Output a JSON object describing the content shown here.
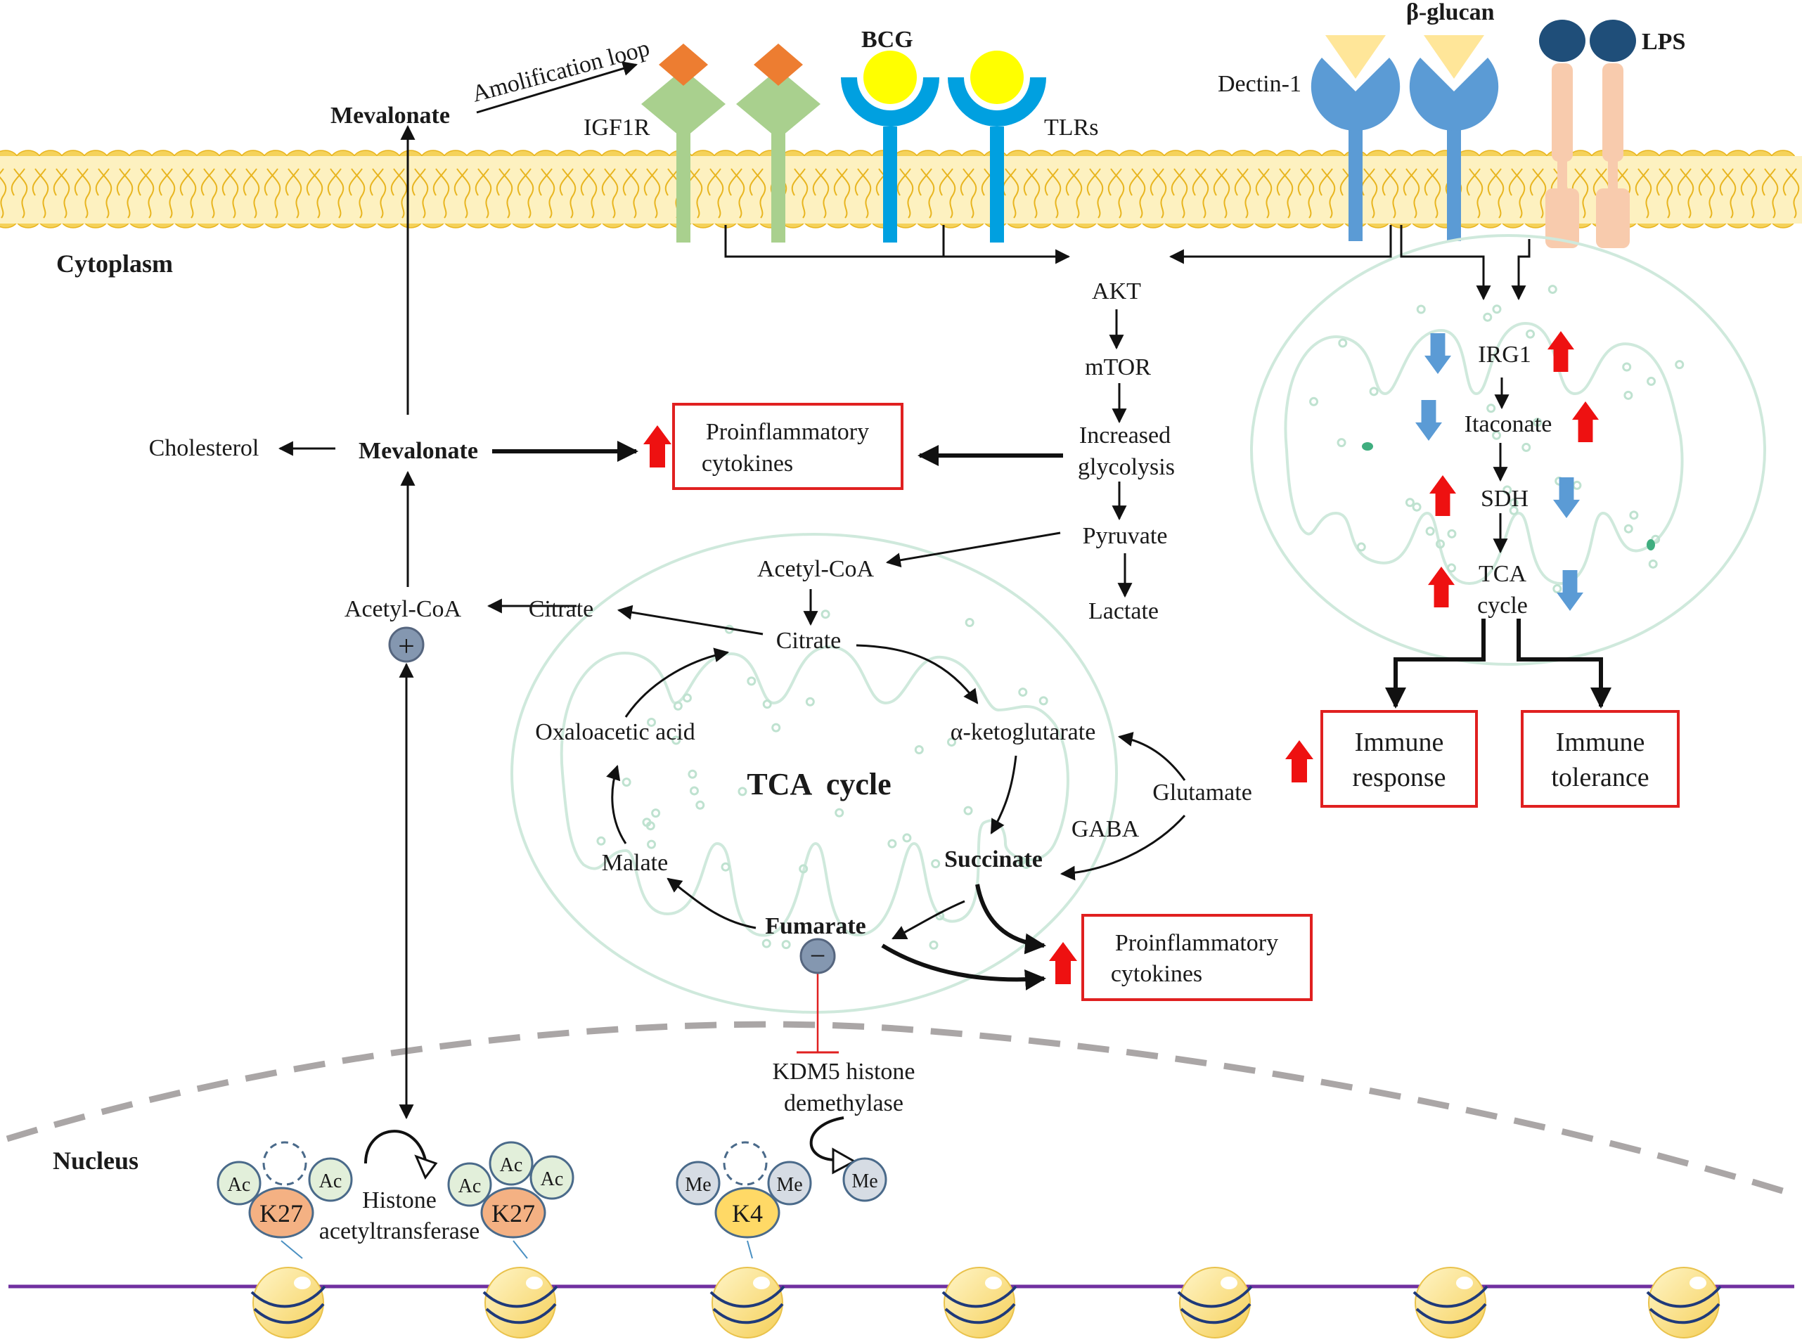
{
  "labels": {
    "amplification_loop": "Amolification loop",
    "mevalonate_top": "Mevalonate",
    "igf1r": "IGF1R",
    "bcg": "BCG",
    "tlrs": "TLRs",
    "beta_glucan": "β-glucan",
    "dectin1": "Dectin-1",
    "lps": "LPS",
    "cytoplasm": "Cytoplasm",
    "nucleus": "Nucleus",
    "akt": "AKT",
    "mtor": "mTOR",
    "increased_glycolysis_1": "Increased",
    "increased_glycolysis_2": "glycolysis",
    "pyruvate": "Pyruvate",
    "lactate": "Lactate",
    "cholesterol": "Cholesterol",
    "mevalonate_mid": "Mevalonate",
    "acetyl_coa_left": "Acetyl-CoA",
    "citrate_left": "Citrate",
    "acetyl_coa_tca": "Acetyl-CoA",
    "citrate_tca": "Citrate",
    "a_ketoglutarate": "α-ketoglutarate",
    "oxaloacetic_acid": "Oxaloacetic acid",
    "tca_cycle": "TCA  cycle",
    "glutamate": "Glutamate",
    "gaba": "GABA",
    "succinate": "Succinate",
    "malate": "Malate",
    "fumarate": "Fumarate",
    "kdm5_1": "KDM5 histone",
    "kdm5_2": "demethylase",
    "histone_at_1": "Histone",
    "histone_at_2": "acetyltransferase",
    "irg1": "IRG1",
    "itaconate": "Itaconate",
    "sdh": "SDH",
    "tca_small_1": "TCA",
    "tca_small_2": "cycle",
    "plus_sign": "+",
    "minus_sign": "−"
  },
  "boxes": {
    "proinflam_top_1": "Proinflammatory",
    "proinflam_top_2": "cytokines",
    "proinflam_bottom_1": "Proinflammatory",
    "proinflam_bottom_2": "cytokines",
    "immune_response_1": "Immune",
    "immune_response_2": "response",
    "immune_tolerance_1": "Immune",
    "immune_tolerance_2": "tolerance"
  },
  "histone_marks": {
    "ac": "Ac",
    "me": "Me",
    "k27": "K27",
    "k4": "K4"
  },
  "colors": {
    "membrane": "#f5d25a",
    "igf1r_body": "#a9d08e",
    "igf1r_ligand": "#ed7d31",
    "tlr": "#00a0e0",
    "bcg": "#ffff00",
    "dectin": "#5b9bd5",
    "glucan": "#ffe699",
    "lps": "#1f4e79",
    "lps_receptor": "#f8cbad",
    "red_box": "#e02020",
    "up_arrow": "#ee1111",
    "down_arrow": "#5b9bd5",
    "dna": "#7030a0",
    "nucleosome": "#ffe48f",
    "ac_circle": "#e2efda",
    "me_circle": "#d6dce4",
    "k27": "#f4b183",
    "k4": "#ffd966",
    "modifier_circle": "#8497b0"
  }
}
